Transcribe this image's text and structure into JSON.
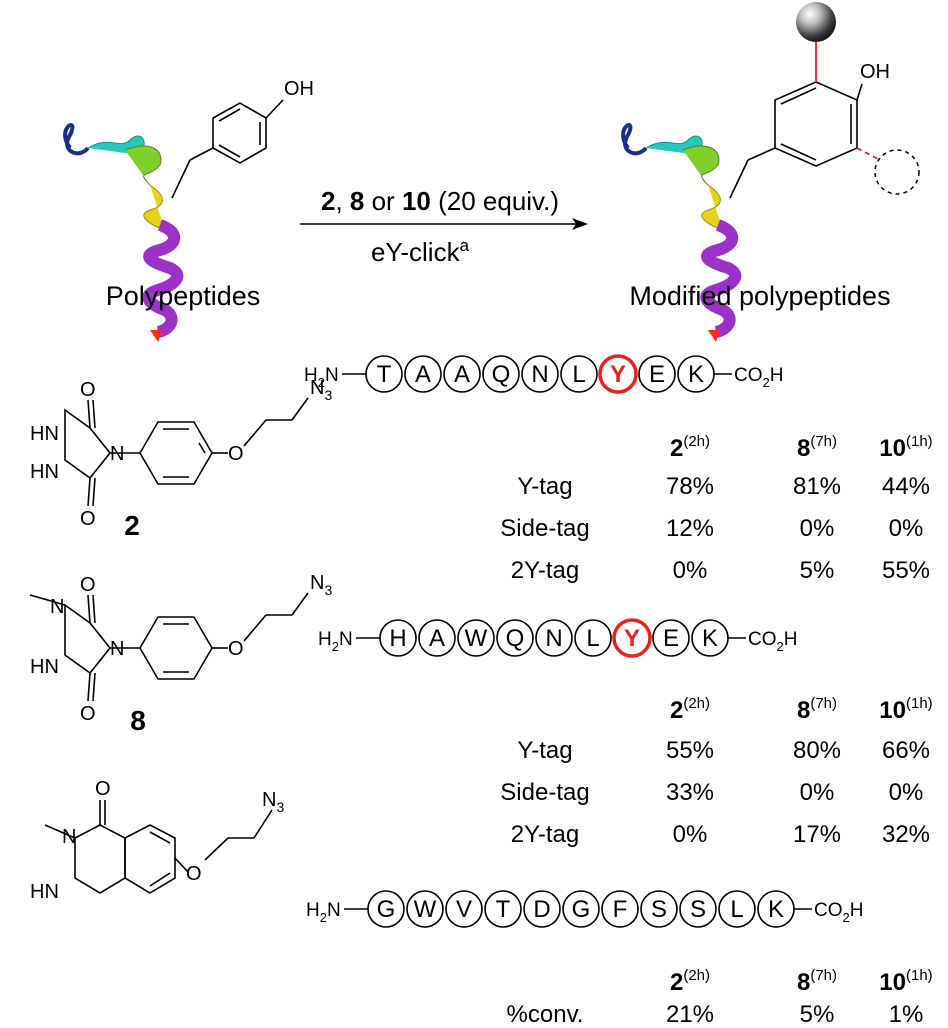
{
  "reaction": {
    "start_label": "Polypeptides",
    "product_label": "Modified polypeptides",
    "reagent_parts": [
      "2",
      ", ",
      "8",
      " or ",
      "10",
      " (20 equiv.)"
    ],
    "condition_base": "eY-click",
    "condition_sup": "a",
    "oh_label": "OH"
  },
  "compounds": [
    {
      "id": "2",
      "n3": "N",
      "n3_sub": "3",
      "labels": [
        "O",
        "HN",
        "HN",
        "N",
        "O",
        "O"
      ]
    },
    {
      "id": "8",
      "n3": "N",
      "n3_sub": "3",
      "labels": [
        "O",
        "N",
        "HN",
        "N",
        "O",
        "O"
      ]
    },
    {
      "id": "",
      "n3": "N",
      "n3_sub": "3",
      "labels": [
        "O",
        "N",
        "HN",
        "O"
      ]
    }
  ],
  "peptides": [
    {
      "n_term": {
        "base": "H",
        "sub": "2",
        "tail": "N"
      },
      "c_term": {
        "base": "CO",
        "sub": "2",
        "tail": "H"
      },
      "residues": [
        "T",
        "A",
        "A",
        "Q",
        "N",
        "L",
        "Y",
        "E",
        "K"
      ],
      "highlight_index": 6,
      "headers": [
        {
          "num": "2",
          "time": "(2h)"
        },
        {
          "num": "8",
          "time": "(7h)"
        },
        {
          "num": "10",
          "time": "(1h)"
        }
      ],
      "rows": [
        {
          "label": "Y-tag",
          "values": [
            "78%",
            "81%",
            "44%"
          ]
        },
        {
          "label": "Side-tag",
          "values": [
            "12%",
            "0%",
            "0%"
          ]
        },
        {
          "label": "2Y-tag",
          "values": [
            "0%",
            "5%",
            "55%"
          ]
        }
      ]
    },
    {
      "n_term": {
        "base": "H",
        "sub": "2",
        "tail": "N"
      },
      "c_term": {
        "base": "CO",
        "sub": "2",
        "tail": "H"
      },
      "residues": [
        "H",
        "A",
        "W",
        "Q",
        "N",
        "L",
        "Y",
        "E",
        "K"
      ],
      "highlight_index": 6,
      "headers": [
        {
          "num": "2",
          "time": "(2h)"
        },
        {
          "num": "8",
          "time": "(7h)"
        },
        {
          "num": "10",
          "time": "(1h)"
        }
      ],
      "rows": [
        {
          "label": "Y-tag",
          "values": [
            "55%",
            "80%",
            "66%"
          ]
        },
        {
          "label": "Side-tag",
          "values": [
            "33%",
            "0%",
            "0%"
          ]
        },
        {
          "label": "2Y-tag",
          "values": [
            "0%",
            "17%",
            "32%"
          ]
        }
      ]
    },
    {
      "n_term": {
        "base": "H",
        "sub": "2",
        "tail": "N"
      },
      "c_term": {
        "base": "CO",
        "sub": "2",
        "tail": "H"
      },
      "residues": [
        "G",
        "W",
        "V",
        "T",
        "D",
        "G",
        "F",
        "S",
        "S",
        "L",
        "K"
      ],
      "highlight_index": -1,
      "headers": [
        {
          "num": "2",
          "time": "(2h)"
        },
        {
          "num": "8",
          "time": "(7h)"
        },
        {
          "num": "10",
          "time": "(1h)"
        }
      ],
      "rows": [
        {
          "label": "%conv.",
          "values": [
            "21%",
            "5%",
            "1%"
          ]
        }
      ]
    }
  ],
  "colors": {
    "highlight": "#e8211b",
    "helix_red": "#ff2a1a",
    "helix_purple": "#9b31c6",
    "helix_green": "#7ecf2a",
    "helix_teal": "#25c9c0",
    "helix_navy": "#1c2e8c",
    "red_bond": "#e8211b"
  }
}
